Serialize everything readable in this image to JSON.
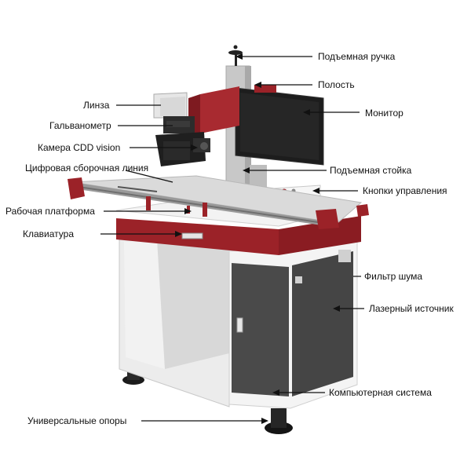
{
  "labels": {
    "lift_handle": "Подъемная ручка",
    "cavity": "Полость",
    "monitor": "Монитор",
    "lens": "Линза",
    "galvanometer": "Гальванометр",
    "ccd_camera": "Камера CDD vision",
    "assembly_line": "Цифровая сборочная линия",
    "lift_column": "Подъемная стойка",
    "control_buttons": "Кнопки управления",
    "work_platform": "Рабочая платформа",
    "keyboard": "Клавиатура",
    "noise_filter": "Фильтр шума",
    "laser_source": "Лазерный источник",
    "computer_system": "Компьютерная система",
    "universal_feet": "Универсальные опоры"
  },
  "colors": {
    "accent_red": "#9b2228",
    "cabinet_white": "#eeeeee",
    "cabinet_gray": "#4a4a4a",
    "leader_line": "#111111"
  }
}
